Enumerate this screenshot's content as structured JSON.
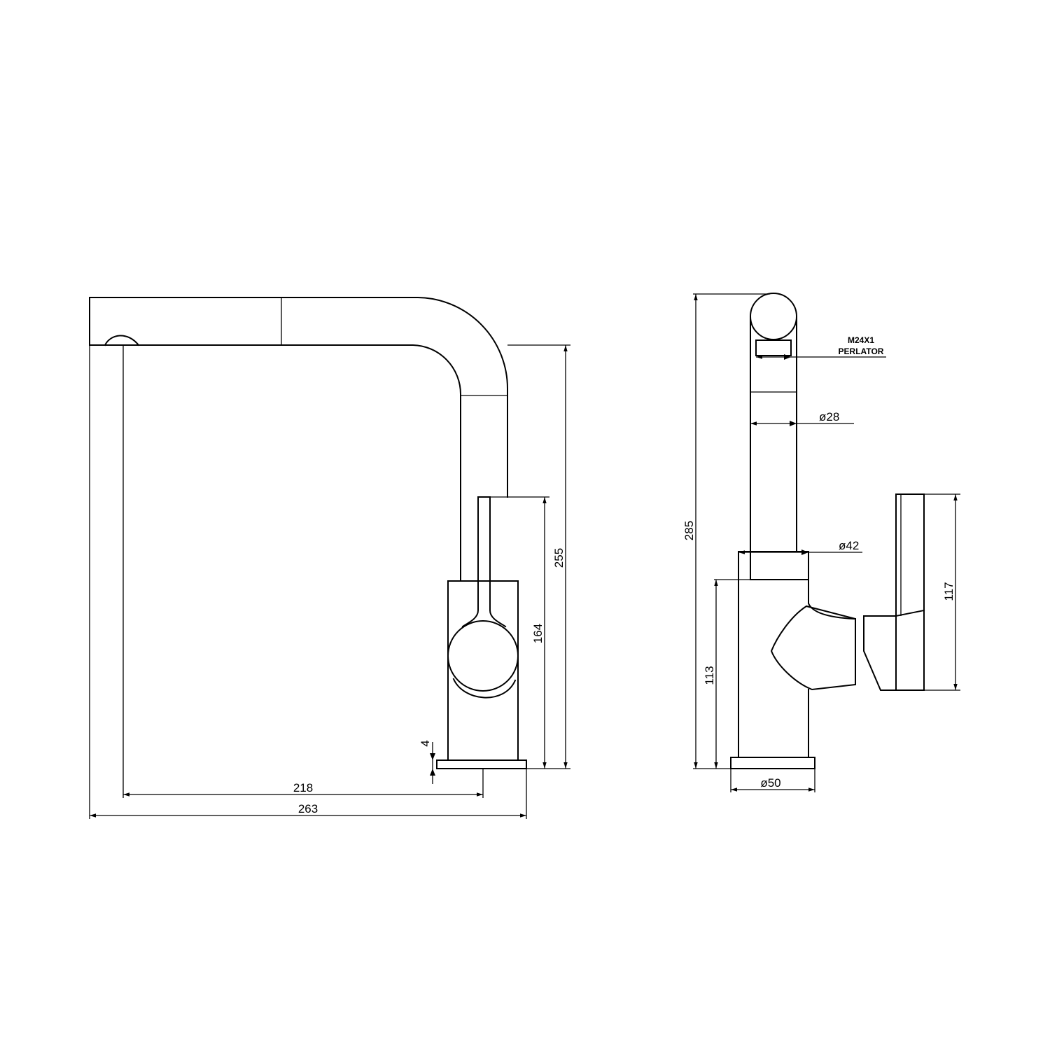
{
  "front_view": {
    "dim_218": "218",
    "dim_263": "263",
    "dim_4": "4",
    "dim_164": "164",
    "dim_255": "255"
  },
  "side_view": {
    "dim_285": "285",
    "dim_113": "113",
    "dim_117": "117",
    "dia_28": "ø28",
    "dia_42": "ø42",
    "dia_50": "ø50",
    "thread_label": "M24X1",
    "aerator_label": "PERLATOR"
  },
  "colors": {
    "line": "#000000",
    "background": "#ffffff"
  }
}
